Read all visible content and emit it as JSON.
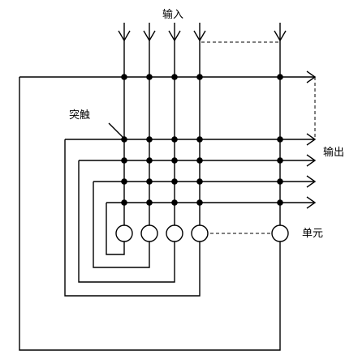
{
  "labels": {
    "input": "输入",
    "output": "输出",
    "synapse": "突触",
    "unit": "单元"
  }
}
